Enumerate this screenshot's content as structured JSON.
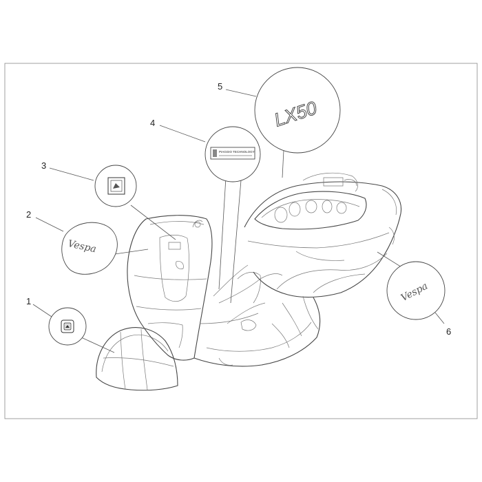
{
  "callouts": {
    "c1": "1",
    "c2": "2",
    "c3": "3",
    "c4": "4",
    "c5": "5",
    "c6": "6"
  },
  "labels": {
    "vespa_logo_left": "Vespa",
    "vespa_logo_right": "Vespa",
    "model_badge": "LX50",
    "plate_text": "PIAGGIO TECHNOLOGY"
  }
}
